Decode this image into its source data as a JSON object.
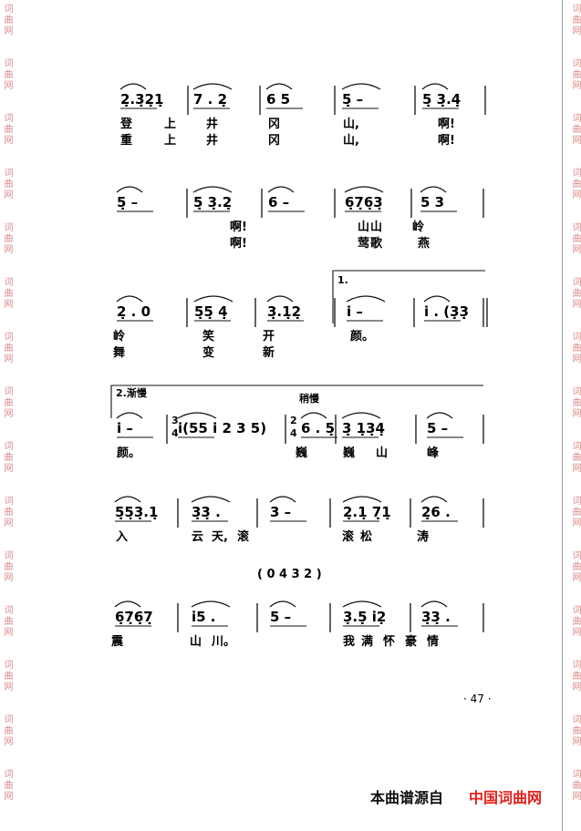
{
  "watermark": {
    "text": "词曲网"
  },
  "page_number": "· 47 ·",
  "source": {
    "prefix": "本曲谱源自",
    "site": "中国词曲网"
  },
  "systems": [
    {
      "notes": [
        "2̣.3̣2̣1̣",
        "7 . 2̣",
        "6 5",
        "5̣ –",
        "5̣ 3̣.4̣"
      ],
      "lyrics1": [
        "登",
        "上",
        "井",
        "冈",
        "山,",
        "啊!"
      ],
      "lyrics2": [
        "重",
        "上",
        "井",
        "冈",
        "山,",
        "啊!"
      ]
    },
    {
      "notes": [
        "5̣ –",
        "5̣ 3̣.2̣",
        "6 –",
        "6̣7̣6̣3̣",
        "5 3"
      ],
      "lyrics1": [
        "啊!",
        "山",
        "山",
        "岭"
      ],
      "lyrics2": [
        "啊!",
        "莺",
        "歌",
        "燕"
      ]
    },
    {
      "volta": "1.",
      "notes": [
        "2̣ . 0",
        "5̣5̣ 4̣",
        "3̣.1̣2̣",
        "i –",
        "i . (3̣3̣"
      ],
      "lyrics1": [
        "岭",
        "笑",
        "开",
        "颜。"
      ],
      "lyrics2": [
        "舞",
        "变",
        "新"
      ]
    },
    {
      "volta": "2.渐慢",
      "tempo": "稍慢",
      "time_sig_a": [
        "3",
        "4"
      ],
      "time_sig_b": [
        "2",
        "4"
      ],
      "notes": [
        "i –",
        "i(55 i 2 3 5)",
        "6 . 5̣",
        "3̣ 1̣3̣4̣",
        "5 –"
      ],
      "lyrics1": [
        "颜。",
        "巍",
        "巍",
        "山",
        "峰"
      ]
    },
    {
      "notes": [
        "5̣5̣3̣.1̣",
        "3̣3̣ .",
        "3 –",
        "2̣.1̣ 7̣1̣",
        "2̣6 ."
      ],
      "lyrics1": [
        "入",
        "云",
        "天,",
        "滚",
        "滚",
        "松",
        "涛"
      ]
    },
    {
      "bracket": "( 0 4 3 2 )",
      "notes": [
        "6̣7̣6̣7̣",
        "i̇5 .",
        "5 –",
        "3̣.5̣ i̇2̣",
        "3̣3̣ ."
      ],
      "lyrics1": [
        "震",
        "山",
        "川。",
        "我",
        "满",
        "怀",
        "豪",
        "情"
      ]
    }
  ]
}
